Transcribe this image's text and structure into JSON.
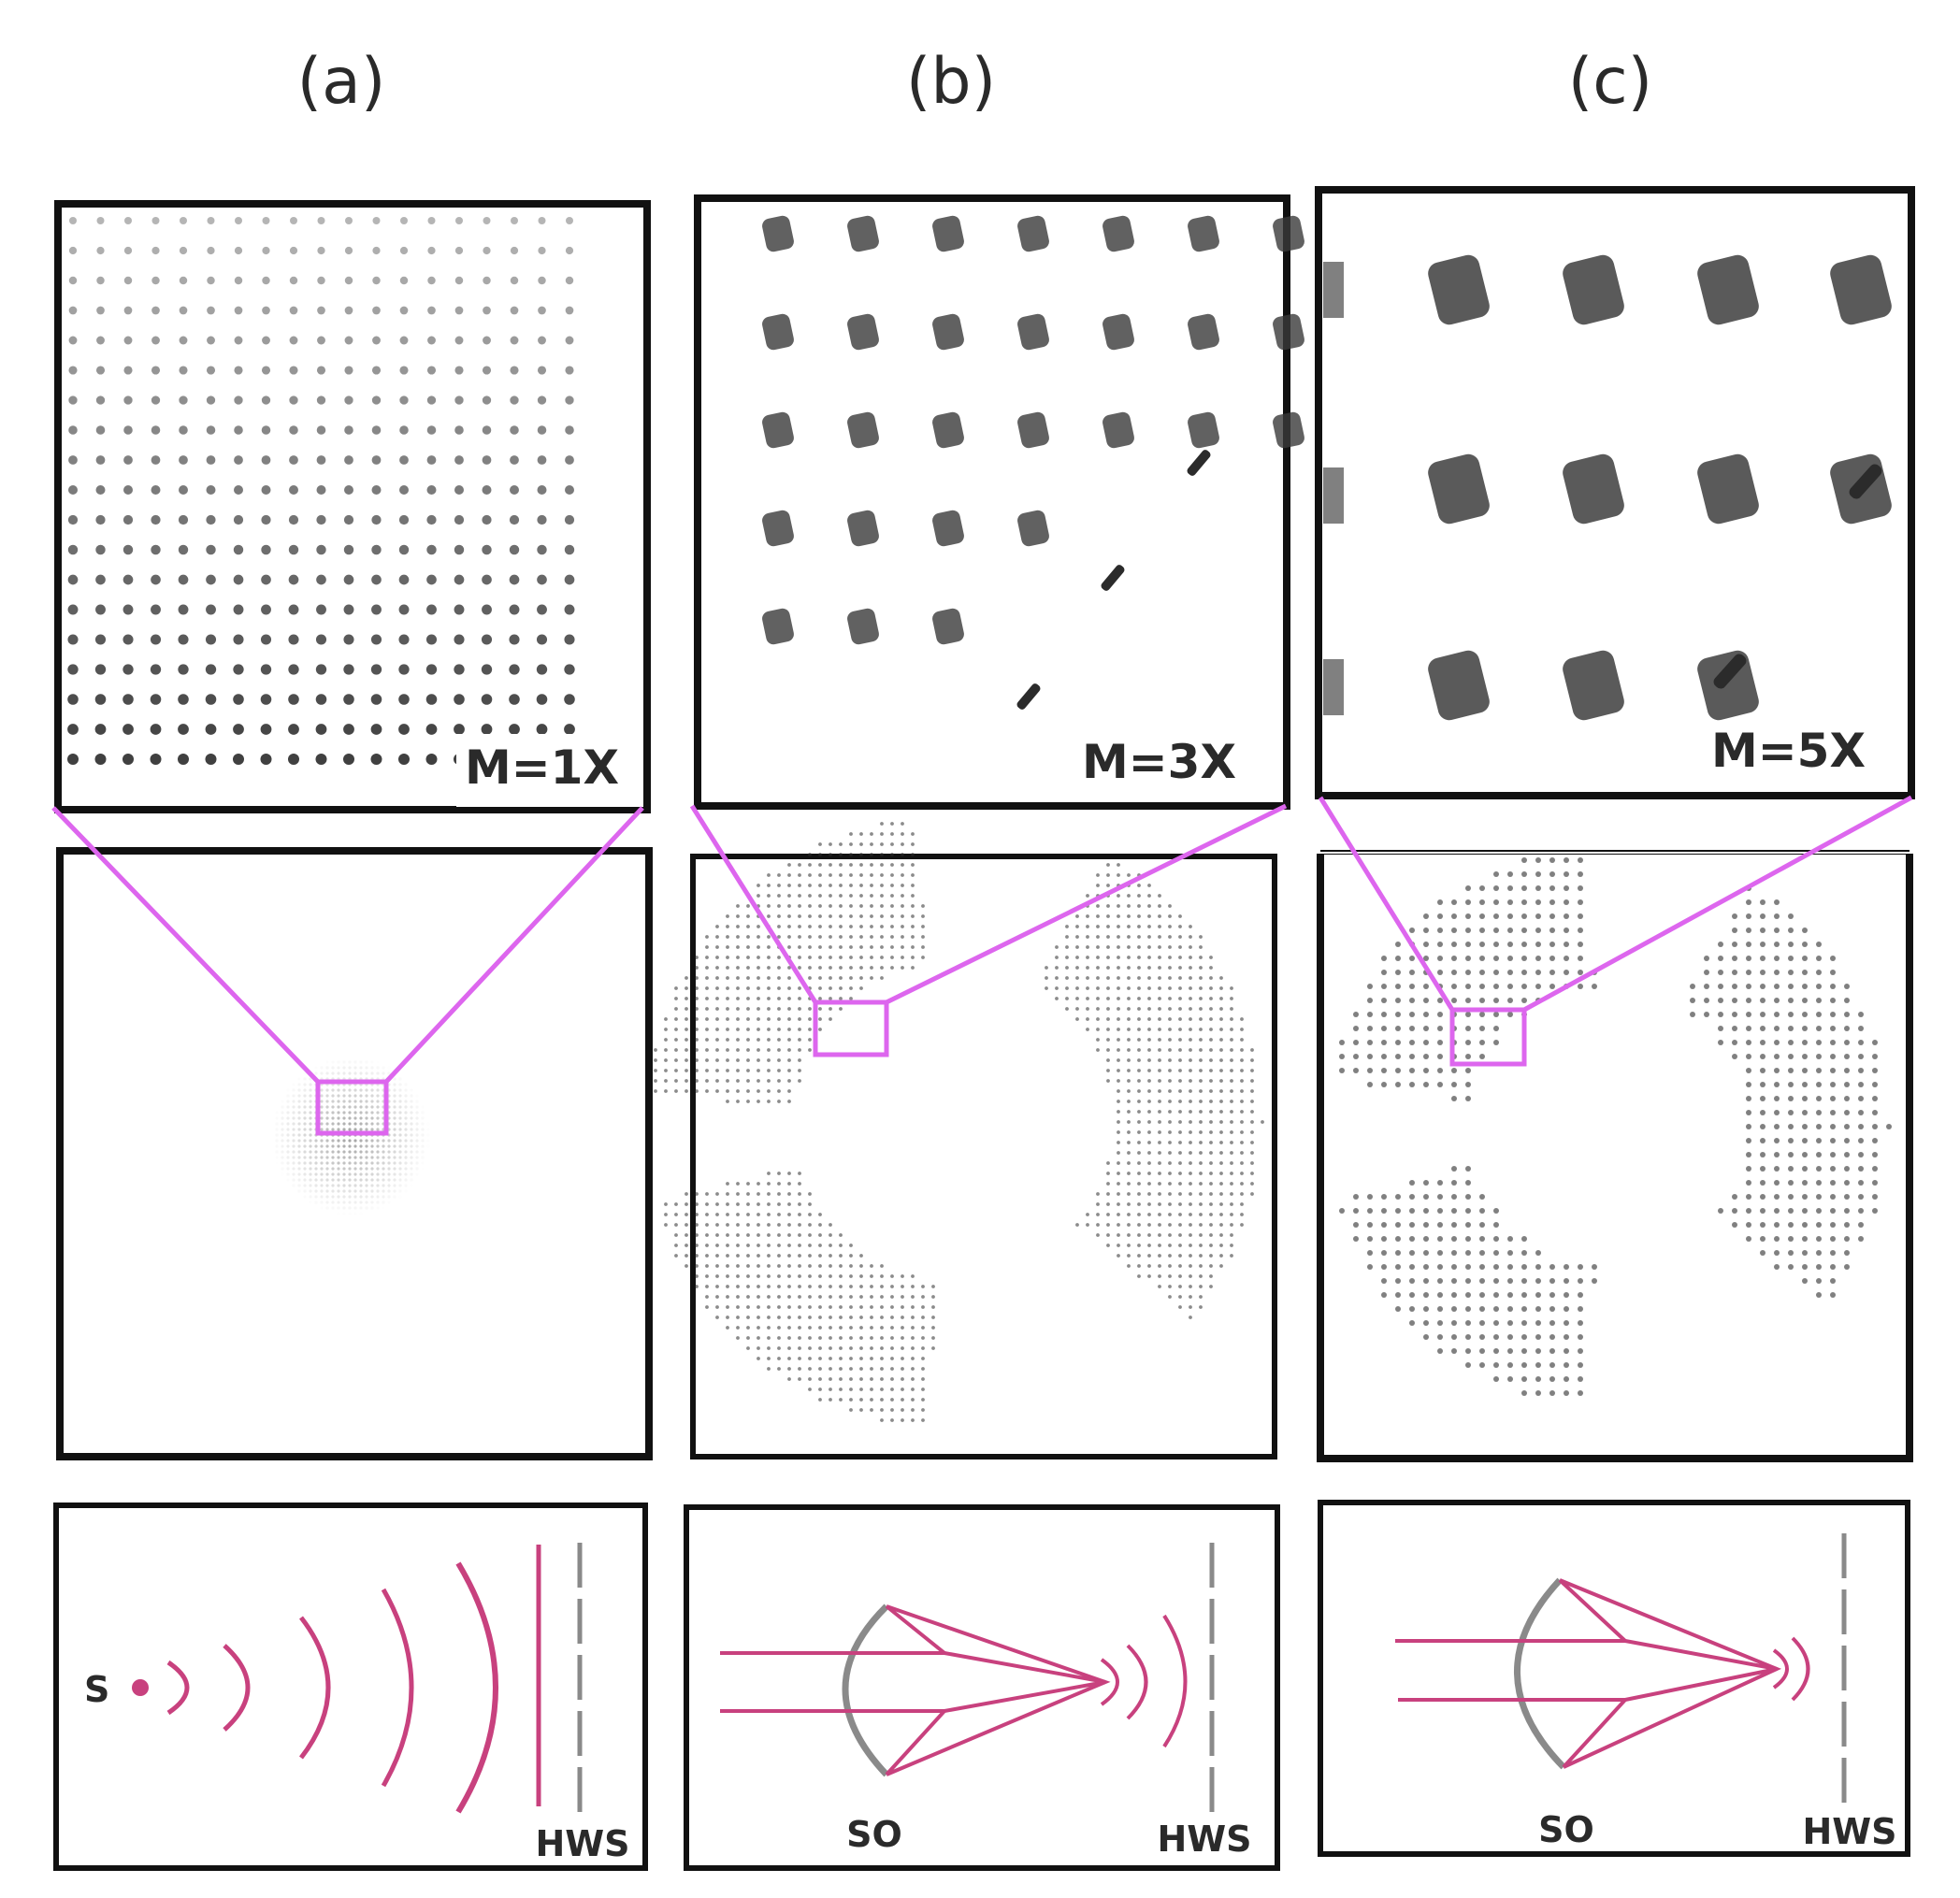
{
  "columns": [
    {
      "label": "(a)",
      "magnification": "M=1X",
      "schematic": {
        "source_label": "S",
        "sensor_label": "HWS"
      }
    },
    {
      "label": "(b)",
      "magnification": "M=3X",
      "schematic": {
        "optic_label": "SO",
        "sensor_label": "HWS"
      }
    },
    {
      "label": "(c)",
      "magnification": "M=5X",
      "schematic": {
        "optic_label": "SO",
        "sensor_label": "HWS"
      }
    }
  ],
  "colors": {
    "frame": "#111111",
    "zoom_highlight": "#dd66ee",
    "wavefront": "#c8417e",
    "optic": "#8a8a8a",
    "sensor": "#8a8a8a",
    "spot": "#2b2b2b",
    "label": "#2a2a2a"
  },
  "icons": {
    "source": "point-source-icon",
    "optic": "concave-mirror-icon",
    "sensor": "dashed-sensor-plane-icon"
  }
}
